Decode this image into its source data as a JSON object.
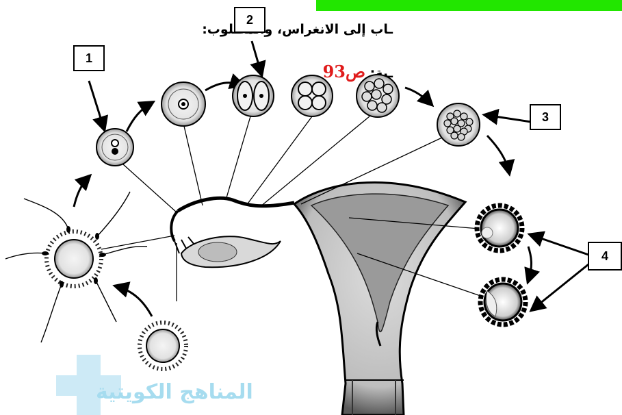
{
  "header": {
    "line1": "ـاب إلى الانغراس، والمطلوب:",
    "line2_prefix": "ـية: ",
    "line2_ref": "ص93"
  },
  "labels": {
    "one": "1",
    "two": "2",
    "three": "3",
    "four": "4"
  },
  "watermark": {
    "text": "المناهج الكويتية"
  },
  "colors": {
    "green_bar": "#22e600",
    "page_ref": "#e01b1b",
    "watermark": "#a6dcef"
  }
}
